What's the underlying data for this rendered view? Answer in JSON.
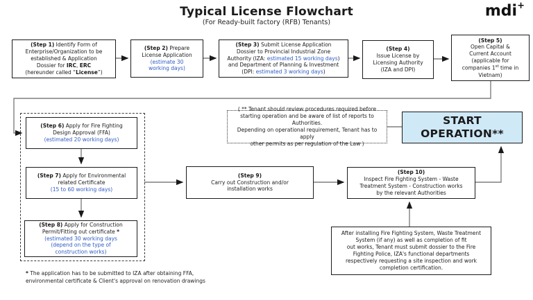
{
  "page": {
    "title": "Typical License Flowchart",
    "subtitle": "(For Ready-built factory (RFB) Tenants)",
    "logo_text": "mdi",
    "logo_plus": "+"
  },
  "colors": {
    "box_border": "#1a1a1a",
    "estimate_blue": "#2f5bc4",
    "start_operation_fill": "#cfe9f7",
    "connector_gray": "#7f7f7f"
  },
  "steps": {
    "s1": {
      "lines": [
        [
          {
            "t": "(Step 1)",
            "s": "b"
          },
          {
            "t": " Identify Form of"
          }
        ],
        [
          {
            "t": "Enterprise/Organization to be"
          }
        ],
        [
          {
            "t": "established & Application"
          }
        ],
        [
          {
            "t": "Dossier for "
          },
          {
            "t": "IRC",
            "s": "b"
          },
          {
            "t": ", "
          },
          {
            "t": "ERC",
            "s": "b"
          }
        ],
        [
          {
            "t": "(hereunder called “"
          },
          {
            "t": "License",
            "s": "b"
          },
          {
            "t": "”)"
          }
        ]
      ]
    },
    "s2": {
      "lines": [
        [
          {
            "t": "(Step 2)",
            "s": "b"
          },
          {
            "t": " Prepare"
          }
        ],
        [
          {
            "t": "License Application"
          }
        ],
        [
          {
            "t": "(estimate 30",
            "s": "blue"
          }
        ],
        [
          {
            "t": "working days)",
            "s": "blue"
          }
        ]
      ]
    },
    "s3": {
      "lines": [
        [
          {
            "t": "(Step 3)",
            "s": "b"
          },
          {
            "t": " Submit License Application"
          }
        ],
        [
          {
            "t": "Dossier to Provincial Industrial Zone"
          }
        ],
        [
          {
            "t": "Authority (IZA: "
          },
          {
            "t": "estimated 15 working days",
            "s": "blue"
          },
          {
            "t": ")"
          }
        ],
        [
          {
            "t": "and Department of Planning & Investment"
          }
        ],
        [
          {
            "t": "(DPI: "
          },
          {
            "t": "estimated 3 working days",
            "s": "blue"
          },
          {
            "t": ")"
          }
        ]
      ]
    },
    "s4": {
      "lines": [
        [
          {
            "t": "(Step 4)",
            "s": "b"
          }
        ],
        [
          {
            "t": "Issue License by"
          }
        ],
        [
          {
            "t": "Licensing Authority"
          }
        ],
        [
          {
            "t": "(IZA and DPI)"
          }
        ]
      ]
    },
    "s5": {
      "lines": [
        [
          {
            "t": "(Step 5)",
            "s": "b"
          }
        ],
        [
          {
            "t": "Open Capital &"
          }
        ],
        [
          {
            "t": "Current Account"
          }
        ],
        [
          {
            "t": "(applicable for"
          }
        ],
        [
          {
            "t": "companies 1"
          },
          {
            "t": "st",
            "s": "sup"
          },
          {
            "t": " time in"
          }
        ],
        [
          {
            "t": "Vietnam)"
          }
        ]
      ]
    },
    "s6": {
      "lines": [
        [
          {
            "t": "(Step 6)",
            "s": "b"
          },
          {
            "t": " Apply for Fire Fighting"
          }
        ],
        [
          {
            "t": "Design Approval (FFA)"
          }
        ],
        [
          {
            "t": "(estimated 20 working days)",
            "s": "blue"
          }
        ]
      ]
    },
    "s7": {
      "lines": [
        [
          {
            "t": "(Step 7)",
            "s": "b"
          },
          {
            "t": " Apply for Environmental"
          }
        ],
        [
          {
            "t": "related Certificate"
          }
        ],
        [
          {
            "t": "(15 to 60 working days)",
            "s": "blue"
          }
        ]
      ]
    },
    "s8": {
      "lines": [
        [
          {
            "t": "(Step 8)",
            "s": "b"
          },
          {
            "t": " Apply for Construction"
          }
        ],
        [
          {
            "t": "Permit/Fitting out certificate "
          },
          {
            "t": "*",
            "s": "b"
          }
        ],
        [
          {
            "t": "(estimated 30 working days",
            "s": "blue"
          }
        ],
        [
          {
            "t": "(depend on the type of",
            "s": "blue"
          }
        ],
        [
          {
            "t": "construction works)",
            "s": "blue"
          }
        ]
      ]
    },
    "s9": {
      "lines": [
        [
          {
            "t": "(Step 9)",
            "s": "b"
          }
        ],
        [
          {
            "t": "Carry out  Construction and/or"
          }
        ],
        [
          {
            "t": "installation works"
          }
        ]
      ]
    },
    "s10": {
      "lines": [
        [
          {
            "t": "(Step 10)",
            "s": "b"
          }
        ],
        [
          {
            "t": "Inspect Fire Fighting System - Waste"
          }
        ],
        [
          {
            "t": "Treatment System - Construction works"
          }
        ],
        [
          {
            "t": "by the relevant Authorities"
          }
        ]
      ]
    }
  },
  "notes": {
    "review_note": {
      "lines": [
        [
          {
            "t": "( ** Tenant should review procedures required before"
          }
        ],
        [
          {
            "t": "starting operation and be aware of list of reports to"
          }
        ],
        [
          {
            "t": "Authorities."
          }
        ],
        [
          {
            "t": "Depending on operational requirement, Tenant has to apply"
          }
        ],
        [
          {
            "t": "other permits as per regulation of the Law )"
          }
        ]
      ]
    },
    "inspection_note": {
      "lines": [
        [
          {
            "t": "After installing Fire Fighting System, Waste Treatment"
          }
        ],
        [
          {
            "t": "System (if any) as well as completion of fit"
          }
        ],
        [
          {
            "t": "out works, Tenant must submit dossier to the Fire"
          }
        ],
        [
          {
            "t": "Fighting Police, IZA's functional departments"
          }
        ],
        [
          {
            "t": "respectively requesting a site inspection and work"
          }
        ],
        [
          {
            "t": "completion certification."
          }
        ]
      ]
    },
    "footnote": {
      "lines": [
        [
          {
            "t": "*",
            "s": "b"
          },
          {
            "t": " The application has to be submitted to IZA after obtaining FFA, environmental certificate & Client's approval on renovation drawings"
          }
        ]
      ]
    }
  },
  "terminal": {
    "start_line1": "START",
    "start_line2": "OPERATION**"
  }
}
